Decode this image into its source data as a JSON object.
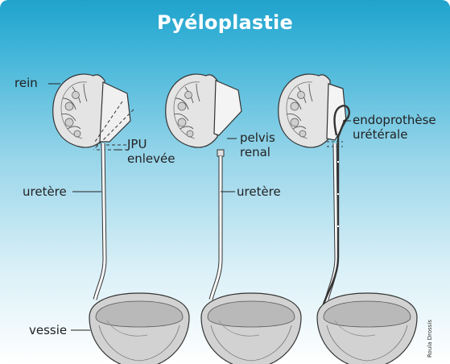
{
  "title": "Pyéloplastie",
  "labels": {
    "rein": "rein",
    "jpu_line1": "JPU",
    "jpu_line2": "enlevée",
    "uretere_left": "uretère",
    "vessie": "vessie",
    "pelvis_line1": "pelvis",
    "pelvis_line2": "renal",
    "uretere_middle": "uretère",
    "endo_line1": "endoprothèse",
    "endo_line2": "urétérale"
  },
  "credit": "Roula Drossis",
  "colors": {
    "header_blue": "#1fa3cc",
    "outline": "#333333",
    "kidney_fill": "#e8e8e8",
    "bladder_fill": "#cfcfcf"
  }
}
